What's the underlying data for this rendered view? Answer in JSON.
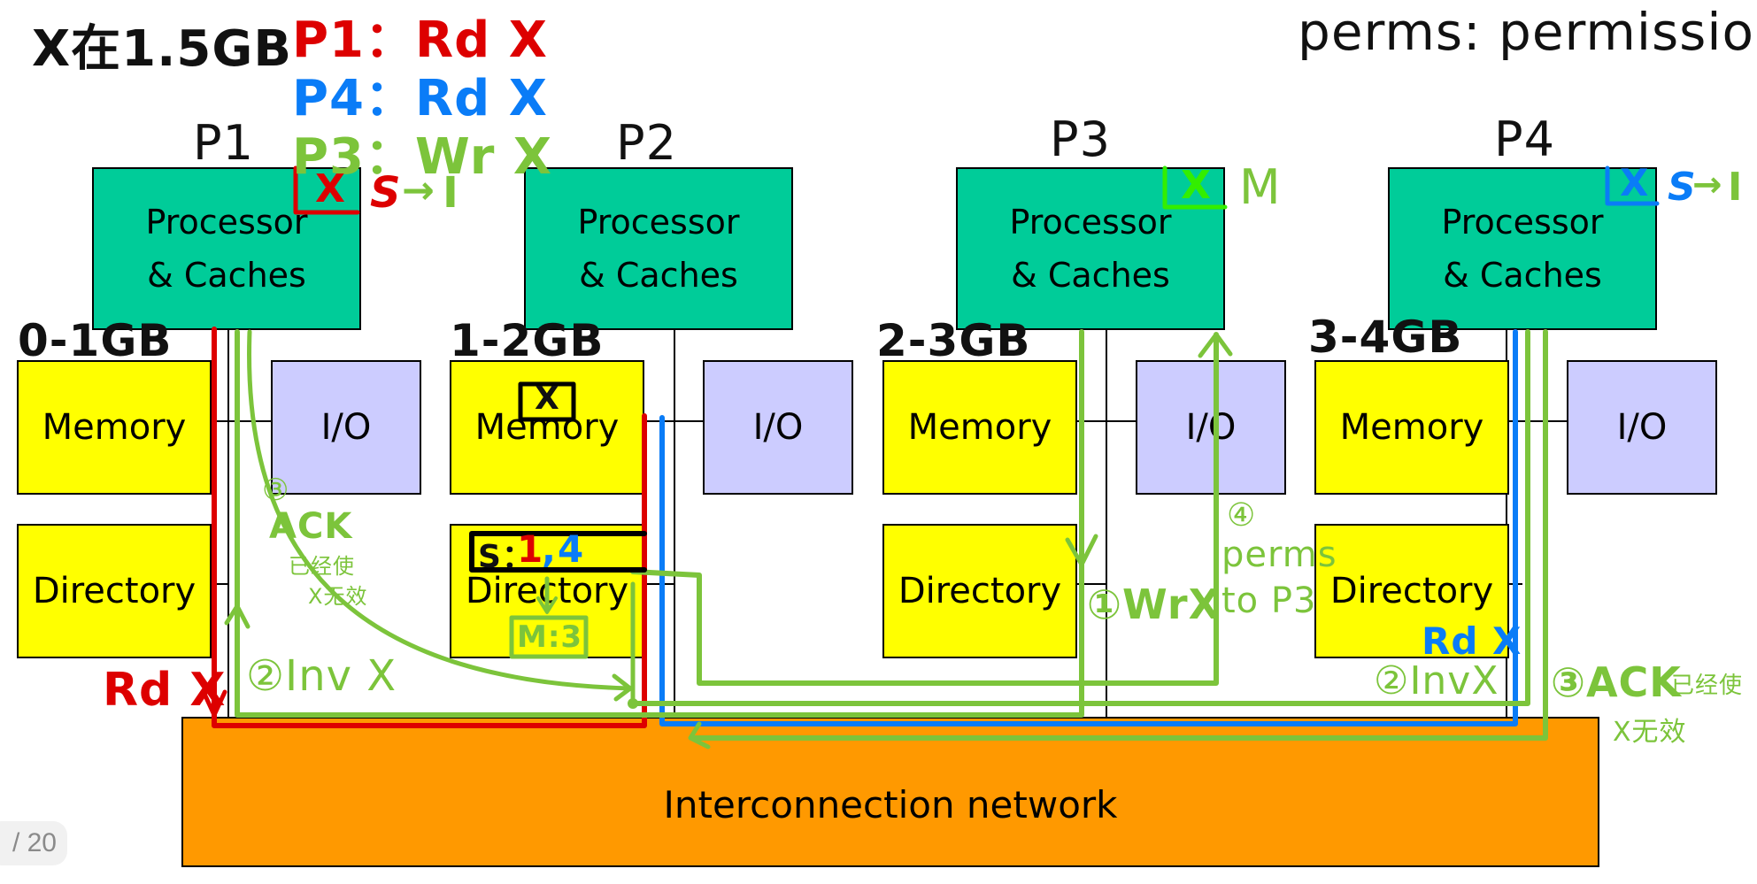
{
  "annotations": {
    "location_note": "X在1.5GB",
    "ops": [
      {
        "label": "P1：Rd X",
        "color": "#dd0000"
      },
      {
        "label": "P4：Rd X",
        "color": "#0a7cf7"
      },
      {
        "label": "P3：Wr X",
        "color": "#7cc43b"
      }
    ],
    "glossary": "perms: permission"
  },
  "processors": [
    {
      "name": "P1",
      "label_line1": "Processor",
      "label_line2": "& Caches",
      "cache_tag": "X",
      "cache_tag_color": "#dd0000",
      "state_from": "S",
      "state_arrow": "→",
      "state_to": "I"
    },
    {
      "name": "P2",
      "label_line1": "Processor",
      "label_line2": "& Caches"
    },
    {
      "name": "P3",
      "label_line1": "Processor",
      "label_line2": "& Caches",
      "cache_tag": "X",
      "cache_tag_color": "#33ee00",
      "state": "M"
    },
    {
      "name": "P4",
      "label_line1": "Processor",
      "label_line2": "& Caches",
      "cache_tag": "X",
      "cache_tag_color": "#0a7cf7",
      "state_from": "S",
      "state_arrow": "→",
      "state_to": "I"
    }
  ],
  "nodes": [
    {
      "range": "0-1GB",
      "memory": "Memory",
      "io": "I/O",
      "directory": "Directory"
    },
    {
      "range": "1-2GB",
      "memory": "Memory",
      "memory_tag": "X",
      "io": "I/O",
      "directory": "Directory",
      "dir_sharers_prefix": "S：",
      "dir_sharer_1": "1",
      "dir_sep": ",",
      "dir_sharer_4": "4",
      "dir_new_state": "M:3"
    },
    {
      "range": "2-3GB",
      "memory": "Memory",
      "io": "I/O",
      "directory": "Directory"
    },
    {
      "range": "3-4GB",
      "memory": "Memory",
      "io": "I/O",
      "directory": "Directory"
    }
  ],
  "interconnect": {
    "label": "Interconnection network"
  },
  "messages": {
    "p1_rd": "Rd X",
    "p4_rd": "Rd X",
    "step1": "①WrX",
    "step2_left": "②Inv X",
    "step2_right": "②InvX",
    "step3_left_head": "③",
    "step3_left": "ACK",
    "step3_left_note1": "已经使",
    "step3_left_note2": "X无效",
    "step3_right": "③ACK",
    "step3_right_note1": "已经使",
    "step3_right_note2": "X无效",
    "step4_head": "④",
    "step4_line1": "perms",
    "step4_line2": "to P3"
  },
  "colors": {
    "processor": "#00cc99",
    "memory": "#ffff00",
    "io": "#ccccff",
    "network": "#ff9900",
    "p1": "#dd0000",
    "p4": "#0a7cf7",
    "p3": "#7cc43b"
  },
  "pager": {
    "text": "/ 20"
  }
}
